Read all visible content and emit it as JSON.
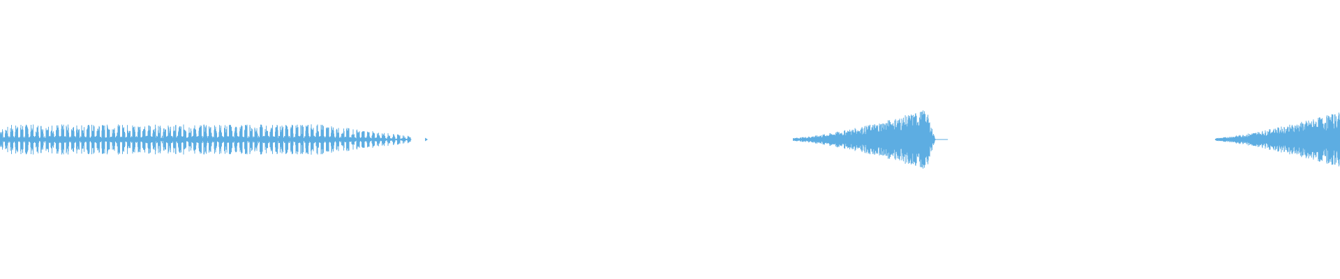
{
  "waveform": {
    "color": "#5dade2",
    "background": "#ffffff",
    "duration_fraction_axis": "0-1",
    "segments": [
      {
        "kind": "pulsed",
        "start": 0.0,
        "end": 0.307,
        "peak": 0.06,
        "envelope": "flat-taper"
      },
      {
        "kind": "blip",
        "start": 0.317,
        "end": 0.319,
        "peak": 0.01,
        "envelope": "point"
      },
      {
        "kind": "swell",
        "start": 0.592,
        "end": 0.698,
        "peak": 0.12,
        "envelope": "crescendo-cutoff"
      },
      {
        "kind": "swell",
        "start": 0.907,
        "end": 1.0,
        "peak": 0.1,
        "envelope": "crescendo"
      }
    ]
  }
}
